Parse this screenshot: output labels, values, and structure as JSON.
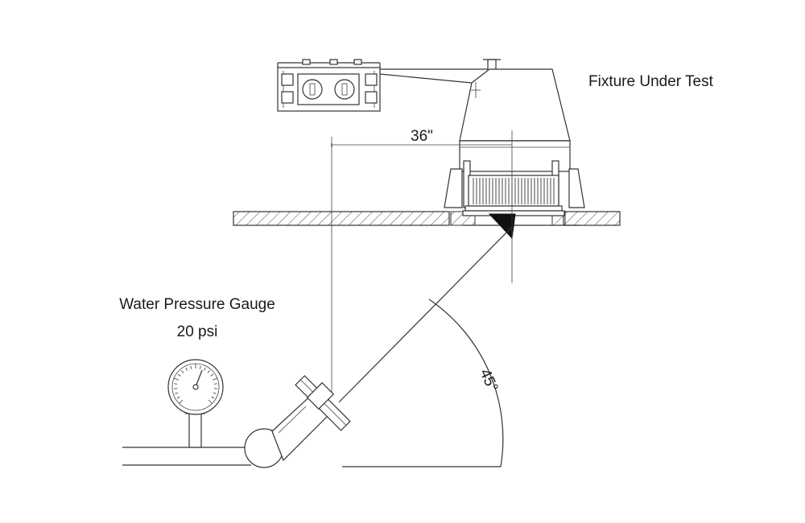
{
  "labels": {
    "fixture": "Fixture Under Test",
    "distance": "36\"",
    "gauge": "Water Pressure Gauge",
    "pressure": "20 psi",
    "angle": "45°"
  },
  "colors": {
    "line": "#333333",
    "fill_dark": "#111111",
    "background": "#ffffff"
  },
  "icons": {
    "gauge": "pressure-gauge-icon",
    "nozzle": "spray-nozzle-icon"
  }
}
